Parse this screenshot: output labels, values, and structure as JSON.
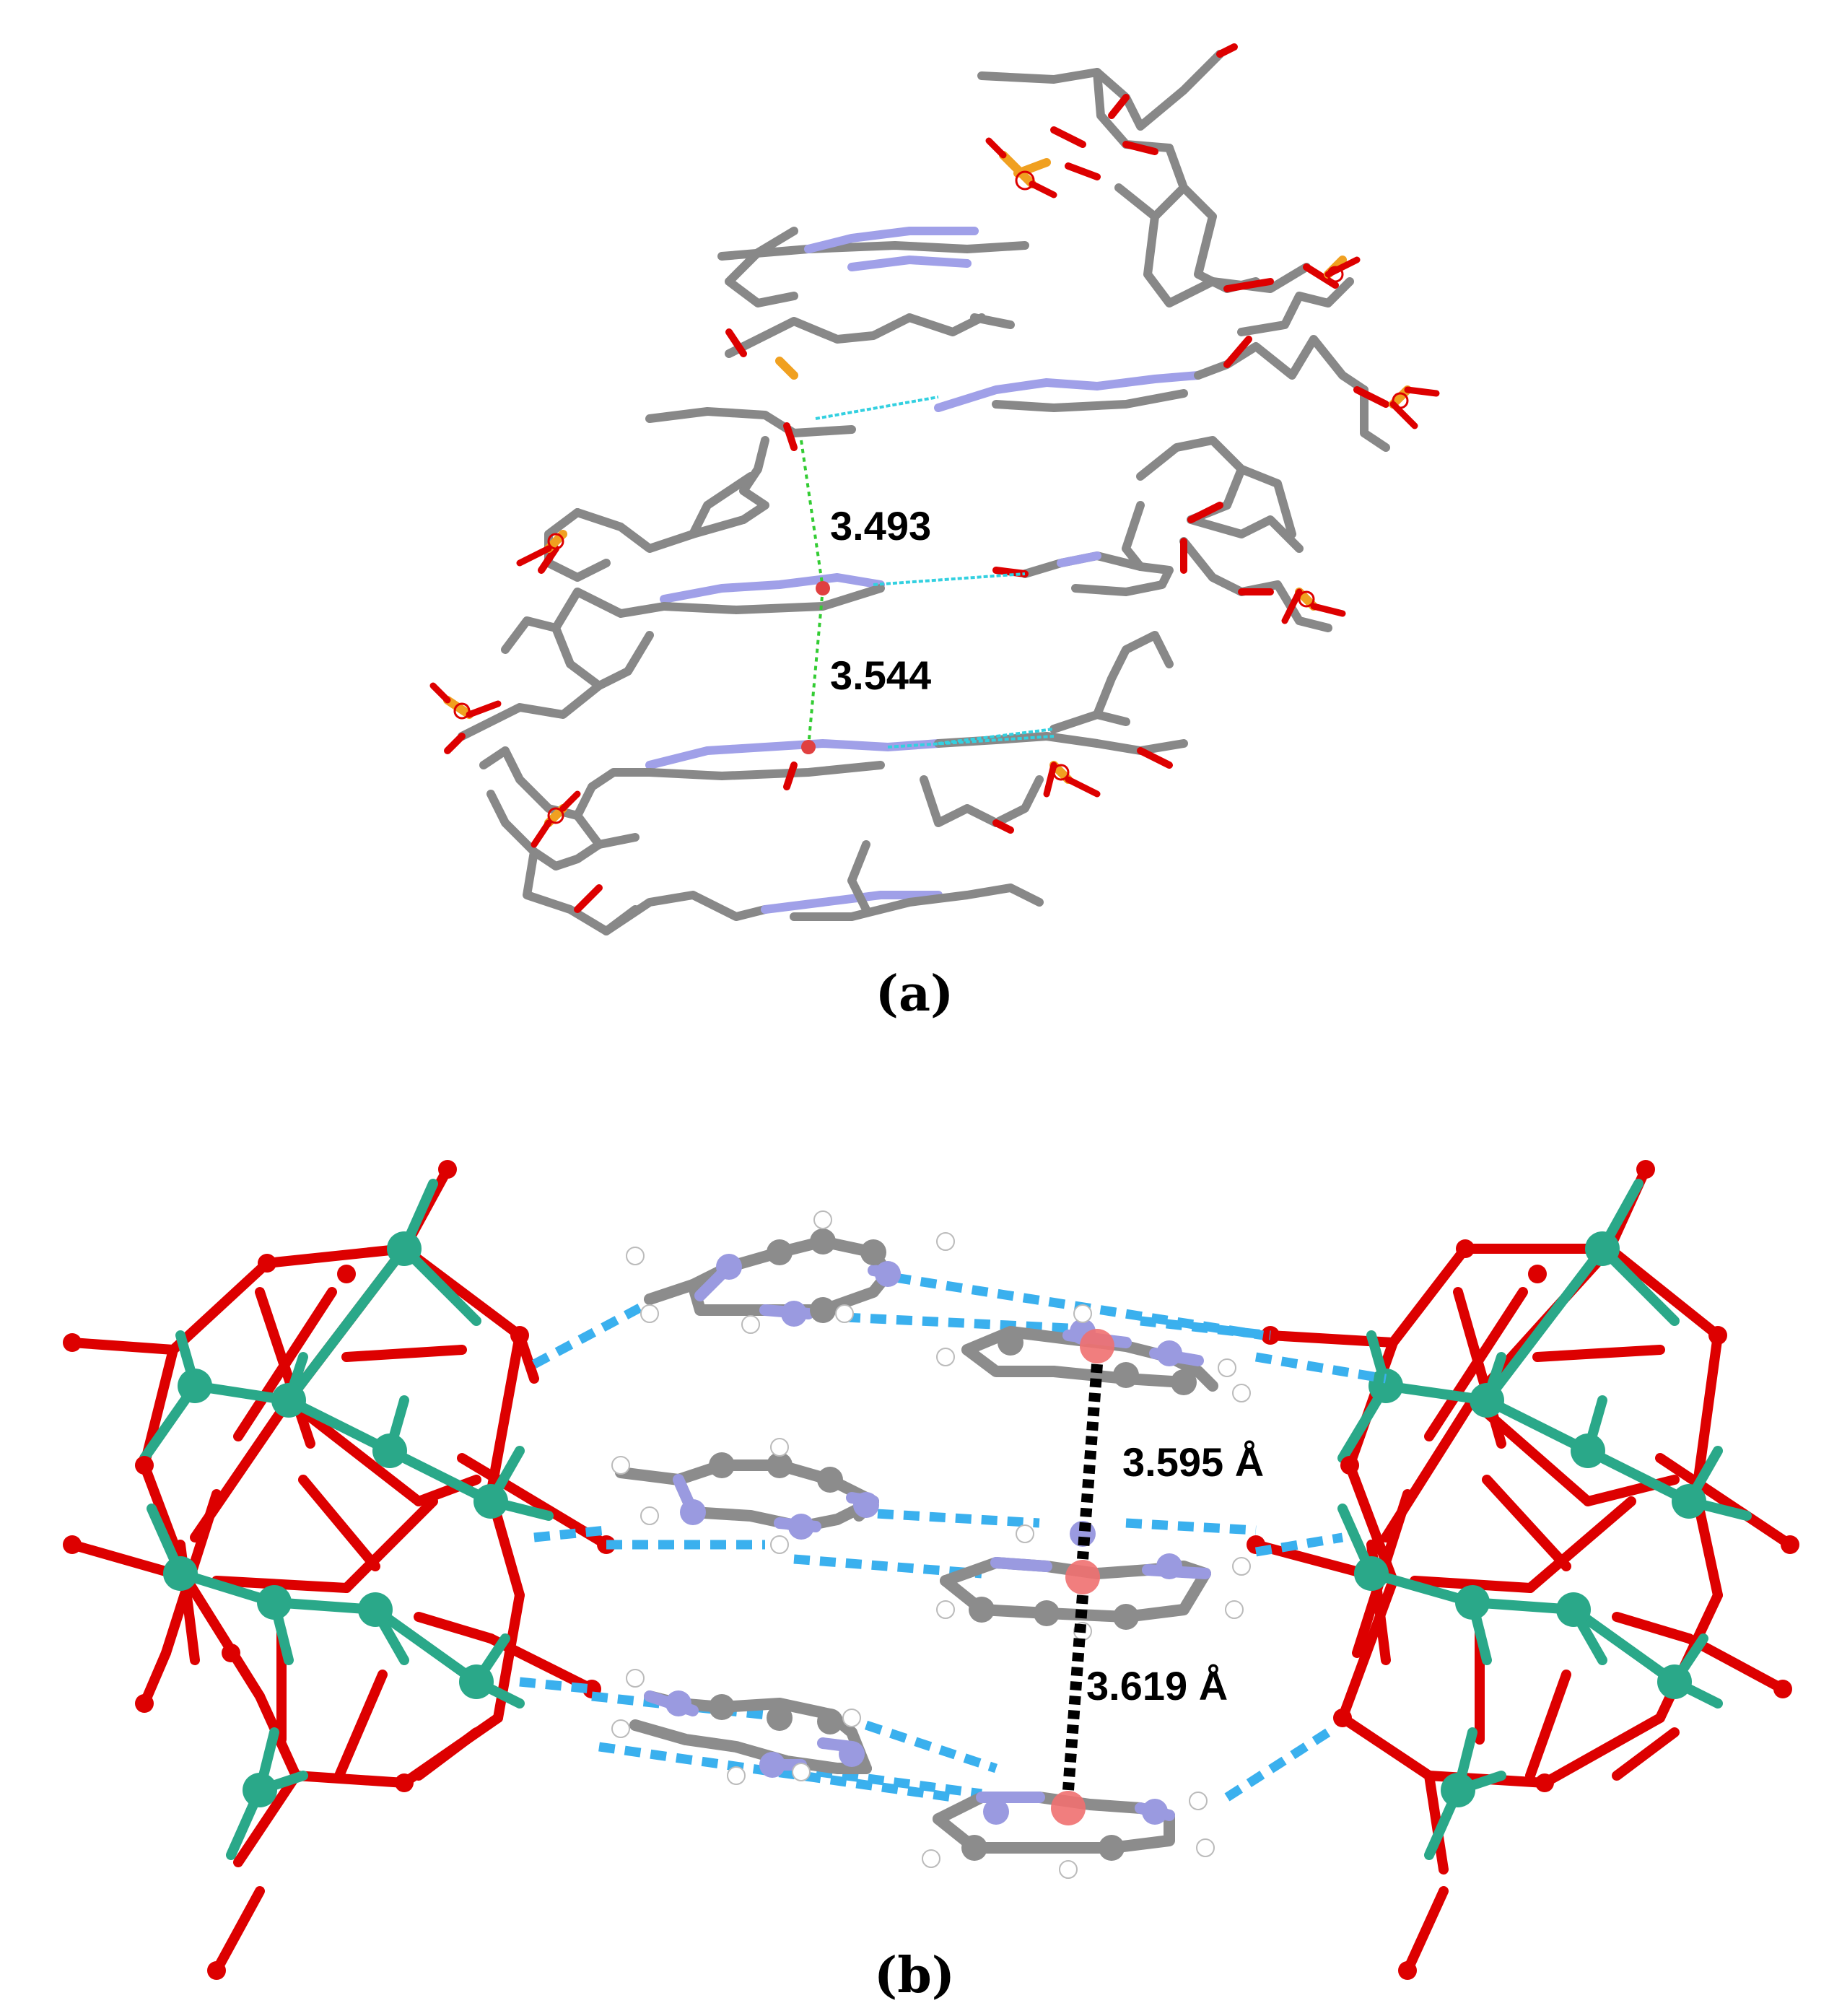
{
  "panel_a": {
    "caption": "(a)",
    "distances": [
      "3.493",
      "3.544"
    ]
  },
  "panel_b": {
    "caption": "(b)",
    "distances": [
      "3.595 Å",
      "3.619 Å"
    ]
  },
  "colors": {
    "carbon": "#8c8c8c",
    "oxygen": "#dd0000",
    "phosphorus": "#f0a020",
    "nitrogen": "#9a9ae0",
    "metal": "#2aa889",
    "hydrogen_bond": "#3ab0ee",
    "centroid": "#f07070",
    "stacking_green": "#33cc33",
    "stacking_black": "#000000"
  }
}
